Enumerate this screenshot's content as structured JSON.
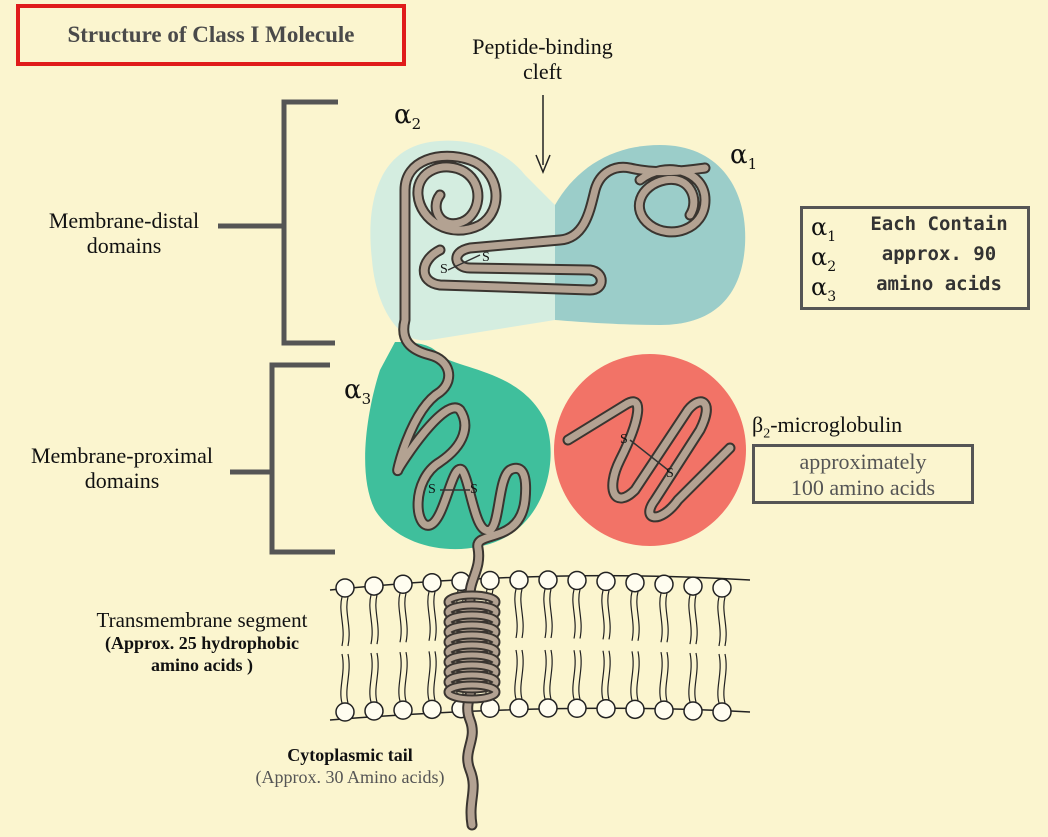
{
  "title": "Structure of Class I Molecule",
  "peptide_cleft": {
    "line1": "Peptide-binding",
    "line2": "cleft"
  },
  "domains": {
    "alpha1": {
      "symbol": "α",
      "sub": "1"
    },
    "alpha2": {
      "symbol": "α",
      "sub": "2"
    },
    "alpha3": {
      "symbol": "α",
      "sub": "3"
    }
  },
  "left_labels": {
    "distal": {
      "line1": "Membrane-distal",
      "line2": "domains"
    },
    "proximal": {
      "line1": "Membrane-proximal",
      "line2": "domains"
    }
  },
  "info_box": {
    "rows": [
      {
        "symbol": "α",
        "sub": "1",
        "text": "Each Contain"
      },
      {
        "symbol": "α",
        "sub": "2",
        "text": "approx. 90"
      },
      {
        "symbol": "α",
        "sub": "3",
        "text": "amino acids"
      }
    ]
  },
  "b2m": {
    "label_symbol": "β",
    "label_sub": "2",
    "label_rest": "-microglobulin",
    "box_line1": "approximately",
    "box_line2": "100 amino acids"
  },
  "transmembrane": {
    "title": "Transmembrane segment",
    "line2": "(Approx. 25 hydrophobic",
    "line3": "amino acids )"
  },
  "cytoplasmic": {
    "title": "Cytoplasmic tail",
    "note": "(Approx. 30 Amino acids)"
  },
  "disulfide_label": "S",
  "colors": {
    "background": "#fbf5cf",
    "title_border": "#e01b1b",
    "alpha2_fill": "#d4ede0",
    "alpha1_fill": "#9bcdc9",
    "alpha3_fill": "#3fbf9c",
    "b2m_fill": "#f27367",
    "chain": "#b3a292"
  }
}
